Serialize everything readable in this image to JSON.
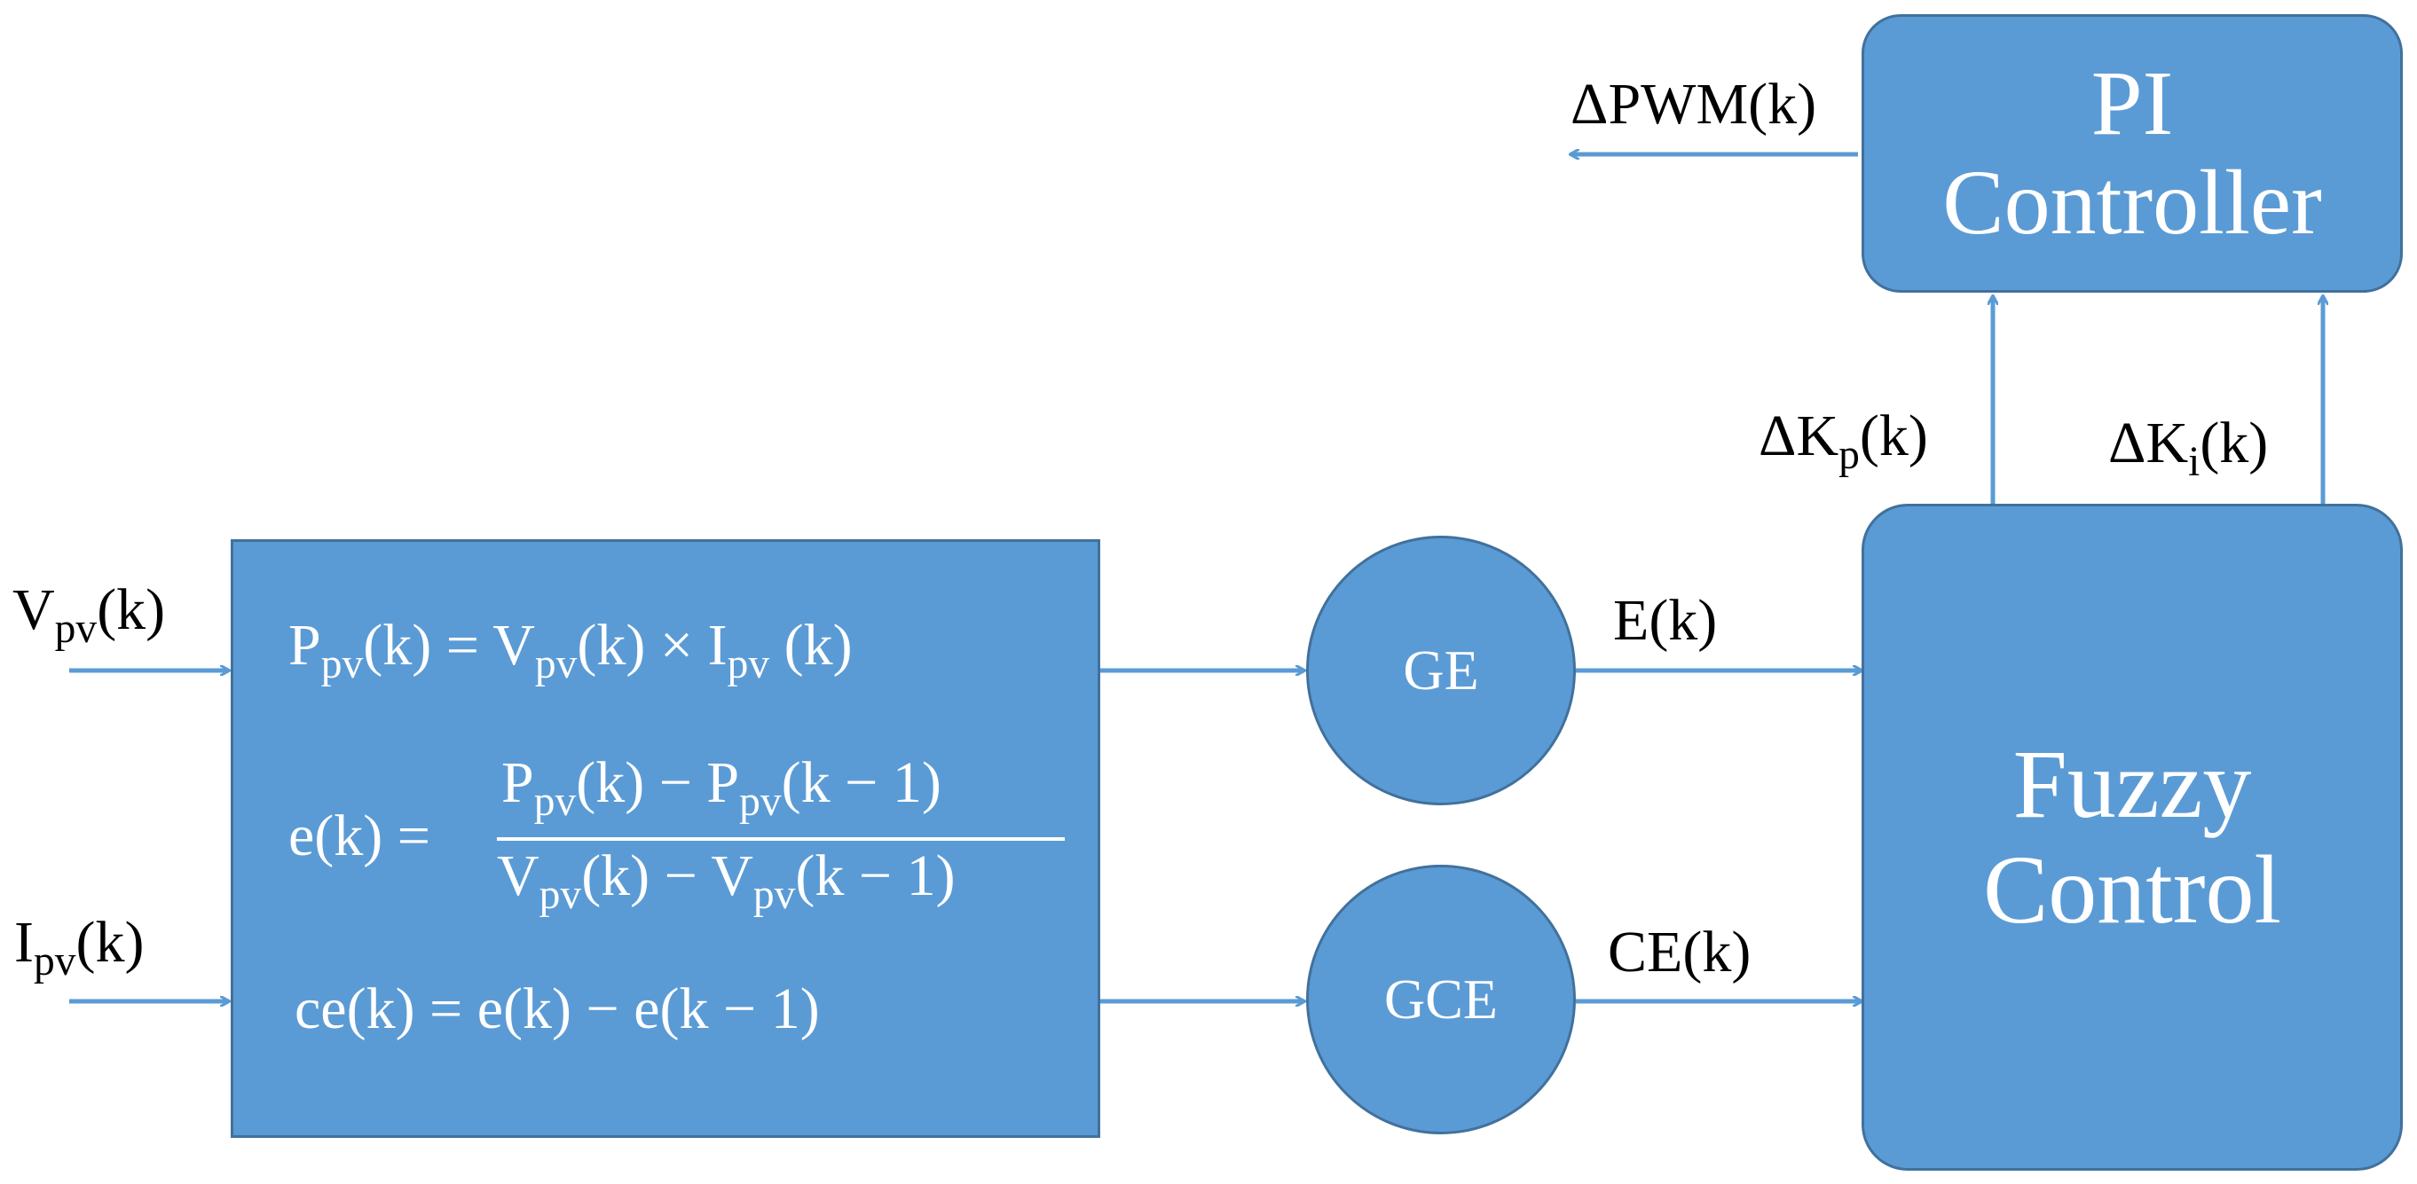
{
  "inputs": {
    "vpv": {
      "main": "V",
      "sub": "pv",
      "arg": "(k)"
    },
    "ipv": {
      "main": "I",
      "sub": "pv",
      "arg": "(k)"
    }
  },
  "calc_block": {
    "eq1": {
      "lhs_main": "P",
      "lhs_sub": "pv",
      "lhs_arg": "(k) = ",
      "v_main": "V",
      "v_sub": "pv",
      "v_arg": "(k) × ",
      "i_main": "I",
      "i_sub": "pv",
      "i_arg": " (k)"
    },
    "eq2": {
      "lhs": "e(k) =",
      "num_a_main": "P",
      "num_a_sub": "pv",
      "num_a_arg": "(k) − ",
      "num_b_main": "P",
      "num_b_sub": "pv",
      "num_b_arg": "(k − 1)",
      "den_a_main": "V",
      "den_a_sub": "pv",
      "den_a_arg": "(k) − ",
      "den_b_main": "V",
      "den_b_sub": "pv",
      "den_b_arg": "(k − 1)"
    },
    "eq3": "ce(k) = e(k) − e(k − 1)"
  },
  "gains": {
    "ge": "GE",
    "gce": "GCE"
  },
  "signals": {
    "e": "E(k)",
    "ce": "CE(k)",
    "dkp": {
      "prefix": "ΔK",
      "sub": "p",
      "arg": "(k)"
    },
    "dki": {
      "prefix": "ΔK",
      "sub": "i",
      "arg": "(k)"
    },
    "dpwm": "ΔPWM(k)"
  },
  "fuzzy": {
    "line1": "Fuzzy",
    "line2": "Control"
  },
  "pi": {
    "line1": "PI",
    "line2": "Controller"
  },
  "colors": {
    "block_fill": "#5b9bd5",
    "block_border": "#41719c",
    "arrow": "#5b9bd5"
  }
}
